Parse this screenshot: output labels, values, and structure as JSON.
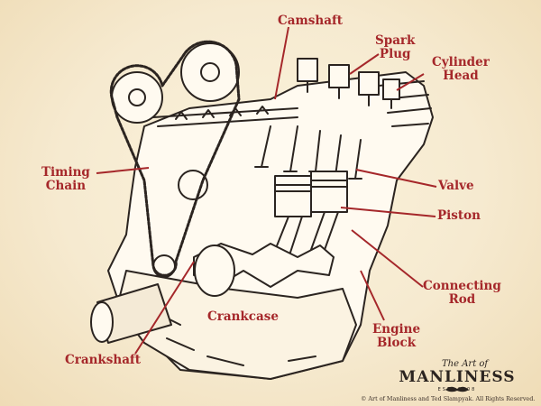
{
  "labels": {
    "camshaft": "Camshaft",
    "spark_plug": "Spark\nPlug",
    "cylinder_head": "Cylinder\nHead",
    "timing_chain": "Timing\nChain",
    "valve": "Valve",
    "piston": "Piston",
    "connecting_rod": "Connecting\nRod",
    "engine_block": "Engine\nBlock",
    "crankcase": "Crankcase",
    "crankshaft": "Crankshaft"
  },
  "branding": {
    "logo_script": "The Art of",
    "logo_brand": "MANLINESS",
    "logo_est": "EST. 2008",
    "copyright": "© Art of Manliness and Ted Slampyak. All Rights Reserved."
  },
  "colors": {
    "background": "#f6ead0",
    "label": "#a5272a",
    "ink": "#2b2420"
  }
}
